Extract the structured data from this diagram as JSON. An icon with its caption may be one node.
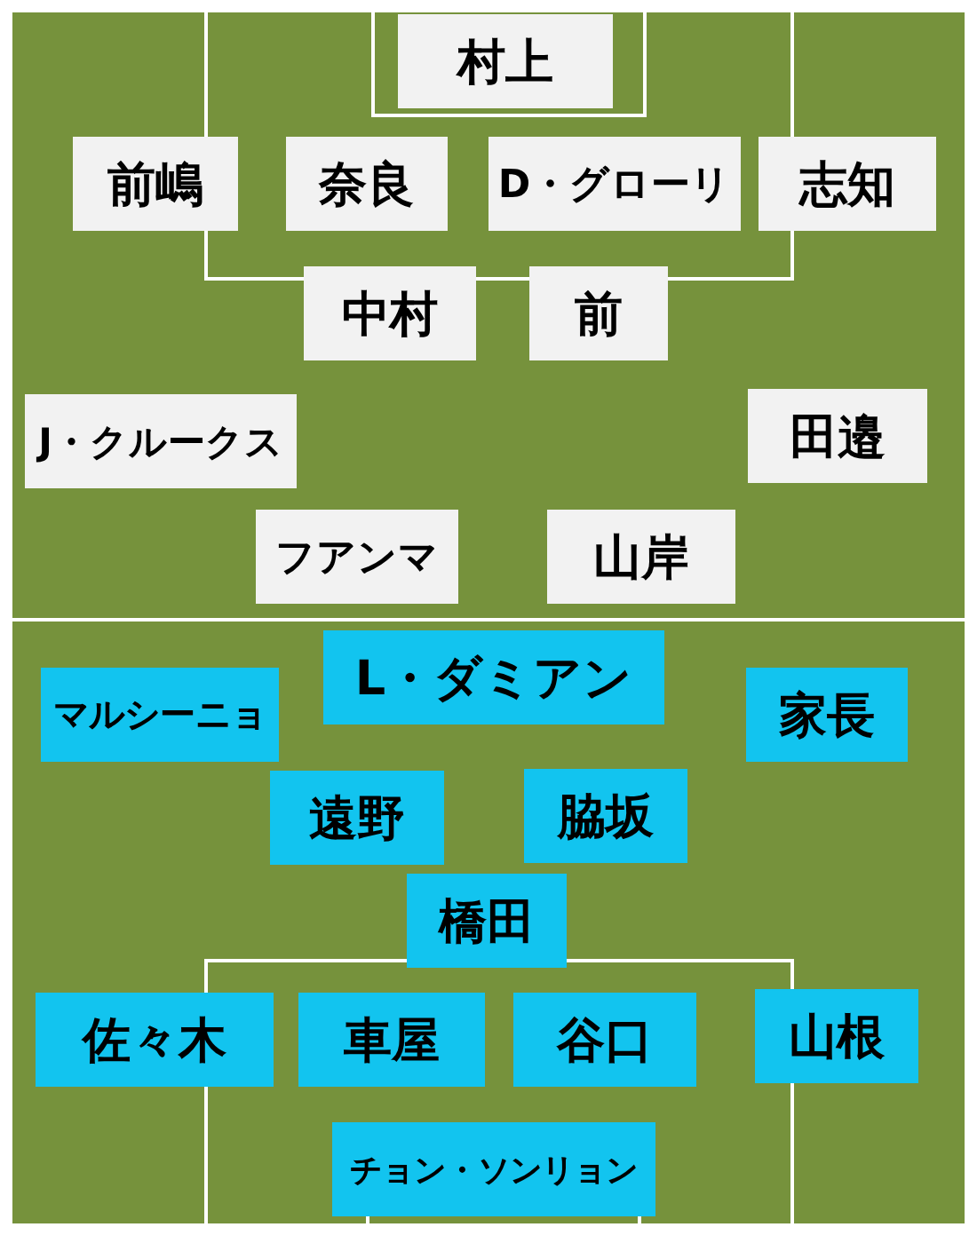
{
  "diagram": {
    "nodes": [
      {
        "text": [],
        "shape": "box"
      },
      {
        "text": [
          "村上"
        ],
        "in": 0
      },
      {
        "text": [
          "前嶋"
        ],
        "in": 0
      },
      {
        "text": [
          "奈良"
        ],
        "in": 0
      },
      {
        "text": [
          "D・グローリ"
        ],
        "in": 0
      },
      {
        "text": [
          "志知"
        ],
        "in": 0
      },
      {
        "text": [
          "中村"
        ],
        "in": 0
      },
      {
        "text": [
          "前"
        ],
        "in": 0
      },
      {
        "text": [
          "J・クルークス"
        ],
        "in": 0
      },
      {
        "text": [
          "田邉"
        ],
        "in": 0
      },
      {
        "text": [
          "フアンマ"
        ],
        "in": 0
      },
      {
        "text": [
          "山岸"
        ],
        "in": 0
      },
      {
        "text": [],
        "shape": "box"
      },
      {
        "text": [
          "L・ダミアン"
        ],
        "in": 12
      },
      {
        "text": [
          "マルシーニョ"
        ],
        "in": 12
      },
      {
        "text": [
          "家長"
        ],
        "in": 12
      },
      {
        "text": [
          "遠野"
        ],
        "in": 12
      },
      {
        "text": [
          "脇坂"
        ],
        "in": 12
      },
      {
        "text": [
          "橋田"
        ],
        "in": 12
      },
      {
        "text": [
          "佐々木"
        ],
        "in": 12
      },
      {
        "text": [
          "車屋"
        ],
        "in": 12
      },
      {
        "text": [
          "谷口"
        ],
        "in": 12
      },
      {
        "text": [
          "山根"
        ],
        "in": 12
      },
      {
        "text": [
          "チョン・ソンリョン"
        ],
        "in": 12
      }
    ]
  }
}
